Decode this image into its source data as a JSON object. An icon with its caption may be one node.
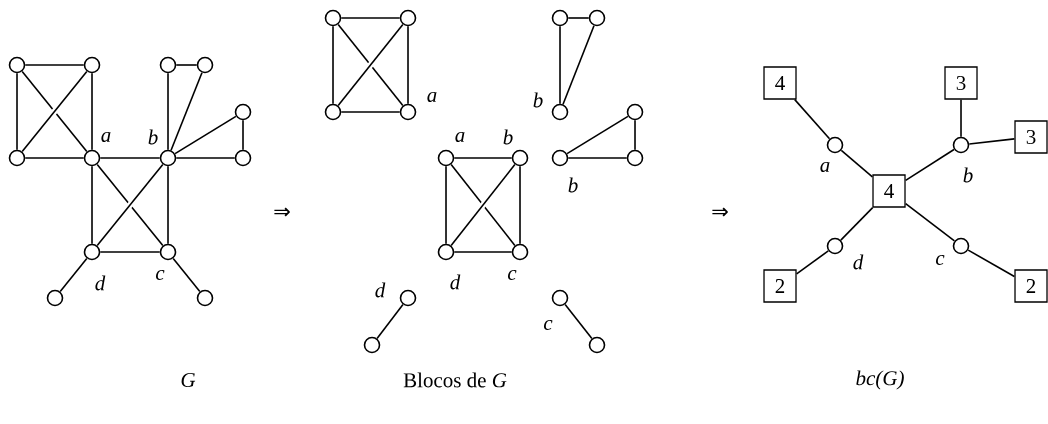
{
  "diagram": {
    "nodes": [
      {
        "text": [],
        "shape": "circle"
      },
      {
        "text": [],
        "shape": "circle"
      },
      {
        "text": [],
        "shape": "circle"
      },
      {
        "text": [],
        "shape": "circle",
        "beside": [
          "a"
        ]
      },
      {
        "text": [],
        "shape": "circle",
        "beside": [
          "b"
        ]
      },
      {
        "text": [],
        "shape": "circle"
      },
      {
        "text": [],
        "shape": "circle"
      },
      {
        "text": [],
        "shape": "circle"
      },
      {
        "text": [],
        "shape": "circle"
      },
      {
        "text": [],
        "shape": "circle",
        "beside": [
          "d"
        ]
      },
      {
        "text": [],
        "shape": "circle",
        "beside": [
          "c"
        ]
      },
      {
        "text": [],
        "shape": "circle"
      },
      {
        "text": [],
        "shape": "circle"
      },
      {
        "text": [],
        "shape": "circle"
      },
      {
        "text": [],
        "shape": "circle"
      },
      {
        "text": [],
        "shape": "circle"
      },
      {
        "text": [],
        "shape": "circle",
        "beside": [
          "a"
        ]
      },
      {
        "text": [],
        "shape": "circle"
      },
      {
        "text": [],
        "shape": "circle"
      },
      {
        "text": [],
        "shape": "circle",
        "beside": [
          "b"
        ]
      },
      {
        "text": [],
        "shape": "circle"
      },
      {
        "text": [],
        "shape": "circle",
        "beside": [
          "b"
        ]
      },
      {
        "text": [],
        "shape": "circle"
      },
      {
        "text": [],
        "shape": "circle",
        "beside": [
          "a"
        ]
      },
      {
        "text": [],
        "shape": "circle",
        "beside": [
          "b"
        ]
      },
      {
        "text": [],
        "shape": "circle",
        "beside": [
          "d"
        ]
      },
      {
        "text": [],
        "shape": "circle",
        "beside": [
          "c"
        ]
      },
      {
        "text": [],
        "shape": "circle",
        "beside": [
          "d"
        ]
      },
      {
        "text": [],
        "shape": "circle"
      },
      {
        "text": [],
        "shape": "circle",
        "beside": [
          "c"
        ]
      },
      {
        "text": [],
        "shape": "circle"
      },
      {
        "text": [
          "4"
        ]
      },
      {
        "text": [
          "3"
        ]
      },
      {
        "text": [],
        "shape": "circle",
        "beside": [
          "a"
        ]
      },
      {
        "text": [],
        "shape": "circle",
        "beside": [
          "b"
        ]
      },
      {
        "text": [
          "3"
        ]
      },
      {
        "text": [
          "4"
        ]
      },
      {
        "text": [],
        "shape": "circle",
        "beside": [
          "d"
        ]
      },
      {
        "text": [],
        "shape": "circle",
        "beside": [
          "c"
        ]
      },
      {
        "text": [
          "2"
        ]
      },
      {
        "text": [
          "2"
        ]
      }
    ],
    "edges": [
      {
        "from": 0,
        "to": 1,
        "arrow": "none"
      },
      {
        "from": 0,
        "to": 2,
        "arrow": "none"
      },
      {
        "from": 0,
        "to": 3,
        "arrow": "none"
      },
      {
        "from": 1,
        "to": 2,
        "arrow": "none"
      },
      {
        "from": 1,
        "to": 3,
        "arrow": "none"
      },
      {
        "from": 2,
        "to": 3,
        "arrow": "none"
      },
      {
        "from": 3,
        "to": 4,
        "arrow": "none"
      },
      {
        "from": 3,
        "to": 9,
        "arrow": "none"
      },
      {
        "from": 3,
        "to": 10,
        "arrow": "none"
      },
      {
        "from": 4,
        "to": 9,
        "arrow": "none"
      },
      {
        "from": 4,
        "to": 10,
        "arrow": "none"
      },
      {
        "from": 9,
        "to": 10,
        "arrow": "none"
      },
      {
        "from": 5,
        "to": 4,
        "arrow": "none"
      },
      {
        "from": 5,
        "to": 6,
        "arrow": "none"
      },
      {
        "from": 6,
        "to": 4,
        "arrow": "none"
      },
      {
        "from": 4,
        "to": 7,
        "arrow": "none"
      },
      {
        "from": 4,
        "to": 8,
        "arrow": "none"
      },
      {
        "from": 7,
        "to": 8,
        "arrow": "none"
      },
      {
        "from": 9,
        "to": 11,
        "arrow": "none"
      },
      {
        "from": 10,
        "to": 12,
        "arrow": "none"
      },
      {
        "from": 13,
        "to": 14,
        "arrow": "none"
      },
      {
        "from": 13,
        "to": 15,
        "arrow": "none"
      },
      {
        "from": 13,
        "to": 16,
        "arrow": "none"
      },
      {
        "from": 14,
        "to": 15,
        "arrow": "none"
      },
      {
        "from": 14,
        "to": 16,
        "arrow": "none"
      },
      {
        "from": 15,
        "to": 16,
        "arrow": "none"
      },
      {
        "from": 17,
        "to": 18,
        "arrow": "none"
      },
      {
        "from": 17,
        "to": 19,
        "arrow": "none"
      },
      {
        "from": 18,
        "to": 19,
        "arrow": "none"
      },
      {
        "from": 21,
        "to": 20,
        "arrow": "none"
      },
      {
        "from": 20,
        "to": 22,
        "arrow": "none"
      },
      {
        "from": 21,
        "to": 22,
        "arrow": "none"
      },
      {
        "from": 23,
        "to": 24,
        "arrow": "none"
      },
      {
        "from": 23,
        "to": 25,
        "arrow": "none"
      },
      {
        "from": 23,
        "to": 26,
        "arrow": "none"
      },
      {
        "from": 24,
        "to": 25,
        "arrow": "none"
      },
      {
        "from": 24,
        "to": 26,
        "arrow": "none"
      },
      {
        "from": 25,
        "to": 26,
        "arrow": "none"
      },
      {
        "from": 27,
        "to": 28,
        "arrow": "none"
      },
      {
        "from": 29,
        "to": 30,
        "arrow": "none"
      },
      {
        "from": 31,
        "to": 33,
        "arrow": "none"
      },
      {
        "from": 33,
        "to": 36,
        "arrow": "none"
      },
      {
        "from": 32,
        "to": 34,
        "arrow": "none"
      },
      {
        "from": 34,
        "to": 35,
        "arrow": "none"
      },
      {
        "from": 34,
        "to": 36,
        "arrow": "none"
      },
      {
        "from": 36,
        "to": 37,
        "arrow": "none"
      },
      {
        "from": 37,
        "to": 39,
        "arrow": "none"
      },
      {
        "from": 36,
        "to": 38,
        "arrow": "none"
      },
      {
        "from": 38,
        "to": 40,
        "arrow": "none"
      }
    ],
    "labels": [
      "⇒",
      "⇒",
      "G",
      "Blocos de *G*",
      "bc(G)"
    ]
  }
}
